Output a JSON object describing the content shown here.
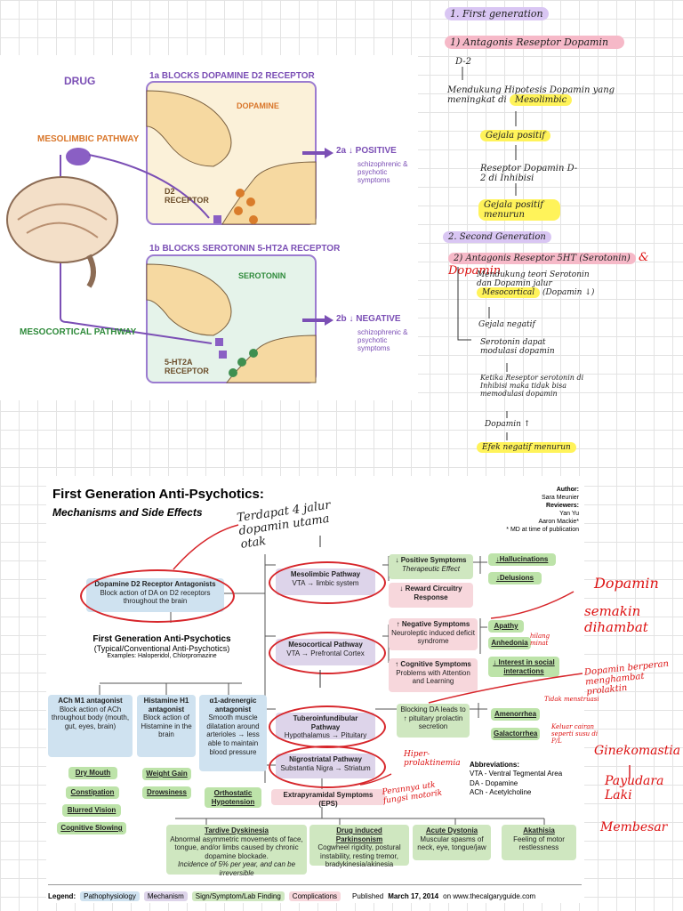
{
  "diagram": {
    "drug": "DRUG",
    "mesolimbic": "MESOLIMBIC PATHWAY",
    "mesocortical": "MESOCORTICAL PATHWAY",
    "step1a": "1a BLOCKS DOPAMINE D2 RECEPTOR",
    "dopamine": "DOPAMINE",
    "d2_receptor": "D2 RECEPTOR",
    "step2a": "2a ↓ POSITIVE",
    "step2a_desc": "schizophrenic & psychotic symptoms",
    "step1b": "1b BLOCKS SEROTONIN 5-HT2A RECEPTOR",
    "serotonin": "SEROTONIN",
    "ht_receptor": "5-HT2A RECEPTOR",
    "step2b": "2b ↓ NEGATIVE",
    "step2b_desc": "schizophrenic & psychotic symptoms"
  },
  "notes": {
    "n1": "1. First generation",
    "n2": "1) Antagonis Reseptor Dopamin",
    "n3": "D-2",
    "n4": "Mendukung Hipotesis Dopamin yang meningkat di",
    "n4b": "Mesolimbic",
    "n5": "Gejala positif",
    "n6": "Reseptor Dopamin D-2 di Inhibisi",
    "n7": "Gejala positif menurun",
    "n8": "2. Second Generation",
    "n9": "2) Antagonis Reseptor 5HT (Serotonin)",
    "n9b": "& Dopamin",
    "n10": "Mendukung teori Serotonin dan Dopamin jalur",
    "n10b": "Mesocortical",
    "n10c": "(Dopamin ↓)",
    "n11": "Gejala negatif",
    "n12": "Serotonin dapat modulasi dopamin",
    "n13": "Ketika Reseptor serotonin di Inhibisi maka tidak bisa memodulasi dopamin",
    "n14": "Dopamin ↑",
    "n15": "Efek negatif menurun"
  },
  "doc": {
    "title": "First Generation Anti-Psychotics:",
    "subtitle": "Mechanisms and Side Effects",
    "author_lbl": "Author:",
    "author": "Sara Meunier",
    "rev_lbl": "Reviewers:",
    "rev1": "Yan Yu",
    "rev2": "Aaron Mackie*",
    "md": "* MD at time of publication",
    "d2_title": "Dopamine D2 Receptor Antagonists",
    "d2_desc": "Block action of DA on D2 receptors throughout the brain",
    "fga_title": "First Generation Anti-Psychotics",
    "fga_sub": "(Typical/Conventional Anti-Psychotics)",
    "fga_ex": "Examples: Haloperidol, Chlorpromazine",
    "ach_title": "ACh M1 antagonist",
    "ach_desc": "Block action of ACh throughout body (mouth, gut, eyes, brain)",
    "hist_title": "Histamine H1 antagonist",
    "hist_desc": "Block action of Histamine in the brain",
    "alpha_title": "α1-adrenergic antagonist",
    "alpha_desc": "Smooth muscle dilatation around arterioles → less able to maintain blood pressure",
    "dry": "Dry Mouth",
    "const": "Constipation",
    "blur": "Blurred Vision",
    "cog": "Cognitive Slowing",
    "wg": "Weight Gain",
    "drow": "Drowsiness",
    "ortho": "Orthostatic Hypotension",
    "meso_l": "Mesolimbic Pathway",
    "meso_l2": "VTA → limbic system",
    "meso_c": "Mesocortical Pathway",
    "meso_c2": "VTA → Prefrontal Cortex",
    "tubero": "Tuberoinfundibular Pathway",
    "tubero2": "Hypothalamus → Pituitary",
    "nigro": "Nigrostriatal Pathway",
    "nigro2": "Substantia Nigra → Striatum",
    "pos": "↓ Positive Symptoms",
    "pos2": "Therapeutic Effect",
    "reward": "↓ Reward Circuitry Response",
    "neg": "↑ Negative Symptoms",
    "neg2": "Neuroleptic induced deficit syndrome",
    "cogs": "↑ Cognitive Symptoms",
    "cogs2": "Problems with Attention and Learning",
    "hall": "↓Hallucinations",
    "del": "↓Delusions",
    "apathy": "Apathy",
    "anhed": "Anhedonia",
    "soc": "↓ Interest in social interactions",
    "block": "Blocking DA leads to ↑ pituitary prolactin secretion",
    "amen": "Amenorrhea",
    "galac": "Galactorrhea",
    "abbr": "Abbreviations:",
    "abbr1": "VTA - Ventral Tegmental Area",
    "abbr2": "DA - Dopamine",
    "abbr3": "ACh - Acetylcholine",
    "eps": "Extrapyramidal Symptoms (EPS)",
    "td": "Tardive Dyskinesia",
    "td2": "Abnormal asymmetric movements of face, tongue, and/or limbs caused by chronic dopamine blockade.",
    "td3": "Incidence of 5% per year, and can be irreversible",
    "dip": "Drug induced Parkinsonism",
    "dip2": "Cogwheel rigidity, postural instability, resting tremor, bradykinesia/akinesia",
    "ad": "Acute Dystonia",
    "ad2": "Muscular spasms of neck, eye, tongue/jaw",
    "ak": "Akathisia",
    "ak2": "Feeling of motor restlessness",
    "legend": "Legend:",
    "lg1": "Pathophysiology",
    "lg2": "Mechanism",
    "lg3": "Sign/Symptom/Lab Finding",
    "lg4": "Complications",
    "pub": "Published",
    "pubdate": "March 17, 2014",
    "pubsite": "on www.thecalgaryguide.com"
  },
  "annotations": {
    "a1": "Terdapat 4 jalur dopamin utama otak",
    "a2": "Dopamin",
    "a3": "semakin dihambat",
    "a4": "hilang minat",
    "a5": "Dopamin berperan menghambat prolaktin",
    "a6": "Tidak menstruasi",
    "a7": "Keluar cairan seperti susu di P/L",
    "a8": "Ginekomastia",
    "a9": "Payudara Laki",
    "a10": "Membesar",
    "a11": "Hiper-prolaktinemia",
    "a12": "Perannya utk fungsi motorik"
  },
  "colors": {
    "purple": "#7b4fb5",
    "green": "#2e8a3a",
    "red": "#d7262b",
    "orange": "#d9762a"
  }
}
